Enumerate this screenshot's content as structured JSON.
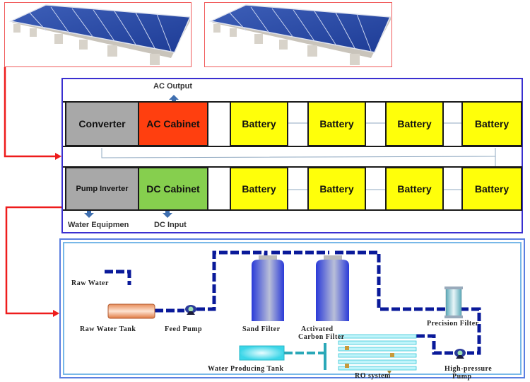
{
  "solar_panels": [
    {
      "name": "solar-array-1"
    },
    {
      "name": "solar-array-2"
    }
  ],
  "control": {
    "ac_output": "AC Output",
    "converter": "Converter",
    "ac_cabinet": "AC Cabinet",
    "pump_inverter": "Pump Inverter",
    "dc_cabinet": "DC Cabinet",
    "water_equipment": "Water Equipmen",
    "dc_input": "DC Input",
    "battery_label": "Battery",
    "top_batteries": [
      "Battery",
      "Battery",
      "Battery",
      "Battery"
    ],
    "bottom_batteries": [
      "Battery",
      "Battery",
      "Battery",
      "Battery"
    ]
  },
  "water": {
    "raw_water": "Raw Water",
    "raw_water_tank": "Raw Water Tank",
    "feed_pump": "Feed Pump",
    "sand_filter": "Sand Filter",
    "activated": "Activated",
    "carbon_filter": "Carbon Filter",
    "precision_filter": "Precision Filter",
    "water_producing_tank": "Water Producing Tank",
    "ro_system": "RO system",
    "high_pressure": "High-pressure",
    "pump": "Pump"
  },
  "colors": {
    "flow_arrow": "#ee1c1c",
    "control_border": "#3a2fd0",
    "ac_cabinet": "#ff3f0f",
    "dc_cabinet": "#86cf4e",
    "battery": "#ffff0a",
    "converter": "#a8a8a8",
    "pipe": "#0a1a9a"
  }
}
